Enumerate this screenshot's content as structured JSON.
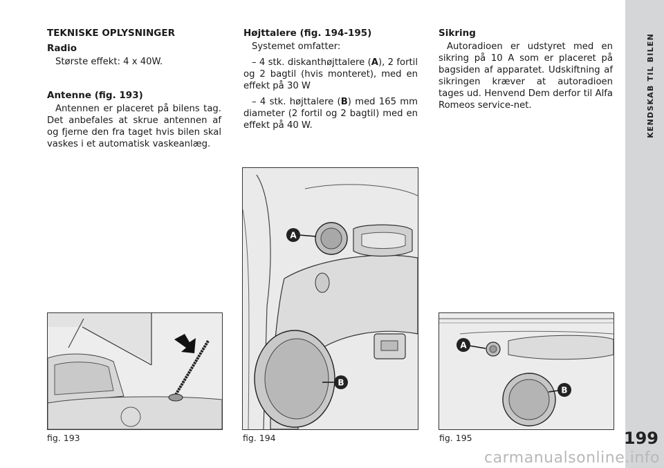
{
  "col1": {
    "heading": "TEKNISKE OPLYSNINGER",
    "radio_title": "Radio",
    "radio_text": "Største effekt: 4 x 40W.",
    "antenna_title": "Antenne (fig. 193)",
    "antenna_text": "Antennen er placeret på bilens tag. Det anbefales at skrue antennen af og fjerne den fra taget hvis bilen skal vaskes i et automatisk vaskeanlæg."
  },
  "col2": {
    "title": "Højttalere (fig. 194-195)",
    "intro": "Systemet omfatter:",
    "item1_pre": "– 4 stk. diskanthøjttalere (",
    "item1_letter": "A",
    "item1_post": "), 2 fortil og 2 bagtil (hvis monteret), med en effekt på 30 W",
    "item2_pre": "– 4 stk. højttalere (",
    "item2_letter": "B",
    "item2_post": ") med 165 mm diameter (2 fortil og 2 bagtil) med en effekt på 40 W."
  },
  "col3": {
    "title": "Sikring",
    "text": "Autoradioen er udstyret med en sikring på 10 A som er placeret på bagsiden af apparatet. Udskiftning af sikringen kræver at autoradioen tages ud. Henvend Dem derfor til Alfa Romeos service-net."
  },
  "sidebar": {
    "title": "KENDSKAB TIL BILEN",
    "page_number": "199"
  },
  "figures": {
    "fig193": "fig. 193",
    "fig194": "fig. 194",
    "fig195": "fig. 195",
    "label_a": "A",
    "label_b": "B"
  },
  "watermark": "carmanualsonline.info"
}
